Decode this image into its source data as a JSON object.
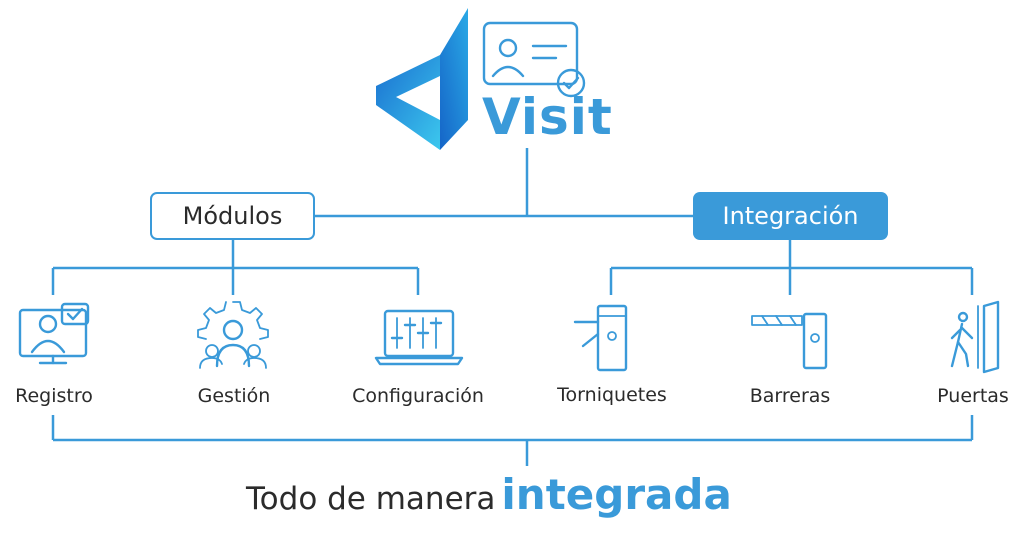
{
  "brand": {
    "name": "Visit"
  },
  "root_boxes": {
    "left": "Módulos",
    "right": "Integración"
  },
  "modules": [
    {
      "label": "Registro",
      "icon": "user-monitor-check-icon"
    },
    {
      "label": "Gestión",
      "icon": "gear-group-icon"
    },
    {
      "label": "Configuración",
      "icon": "laptop-sliders-icon"
    }
  ],
  "integrations": [
    {
      "label": "Torniquetes",
      "icon": "turnstile-icon"
    },
    {
      "label": "Barreras",
      "icon": "barrier-gate-icon"
    },
    {
      "label": "Puertas",
      "icon": "door-walk-icon"
    }
  ],
  "tagline": {
    "plain": "Todo de manera",
    "accent": "integrada"
  },
  "colors": {
    "accent": "#3a9ad9",
    "text": "#2b2b2b",
    "logo_dark": "#1a6fd0",
    "logo_light": "#3cc8ee"
  }
}
